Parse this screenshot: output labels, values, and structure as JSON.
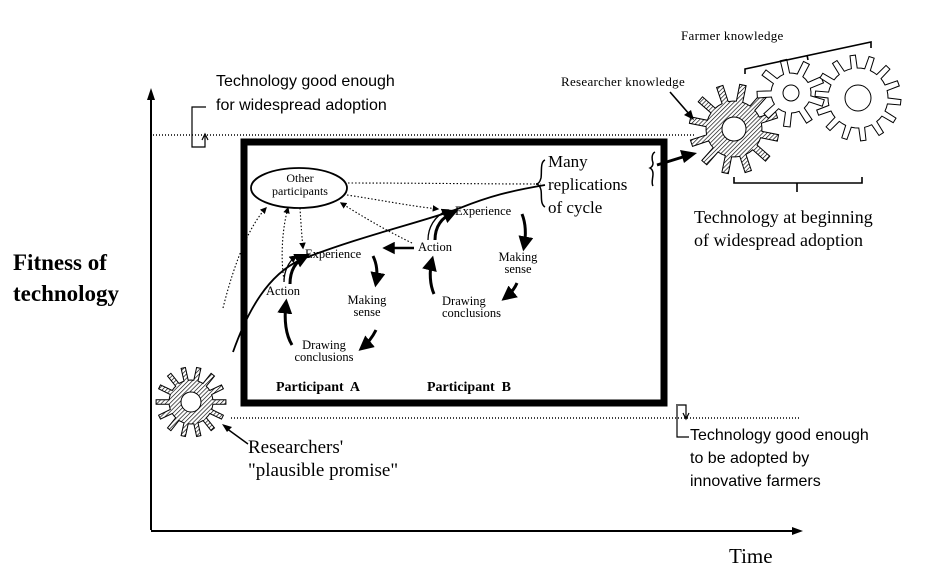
{
  "axes": {
    "y_label_line1": "Fitness of",
    "y_label_line2": "technology",
    "x_label": "Time"
  },
  "thresholds": {
    "upper": {
      "line1": "Technology good enough",
      "line2": "for widespread adoption"
    },
    "lower": {
      "line1": "Technology good enough",
      "line2": "to be adopted by",
      "line3": "innovative farmers"
    }
  },
  "start": {
    "line1": "Researchers'",
    "line2": "\"plausible promise\""
  },
  "box": {
    "other_participants_line1": "Other",
    "other_participants_line2": "participants",
    "participant_a": {
      "title": "Participant  A",
      "action": "Action",
      "experience": "Experience",
      "making_sense_line1": "Making",
      "making_sense_line2": "sense",
      "drawing_line1": "Drawing",
      "drawing_line2": "conclusions"
    },
    "participant_b": {
      "title": "Participant  B",
      "action": "Action",
      "experience": "Experience",
      "making_sense_line1": "Making",
      "making_sense_line2": "sense",
      "drawing_line1": "Drawing",
      "drawing_line2": "conclusions"
    },
    "replications_line1": "Many",
    "replications_line2": "replications",
    "replications_line3": "of cycle"
  },
  "gears": {
    "farmer_knowledge": "Farmer knowledge",
    "researcher_knowledge": "Researcher knowledge",
    "result_line1": "Technology at beginning",
    "result_line2": "of widespread adoption"
  }
}
